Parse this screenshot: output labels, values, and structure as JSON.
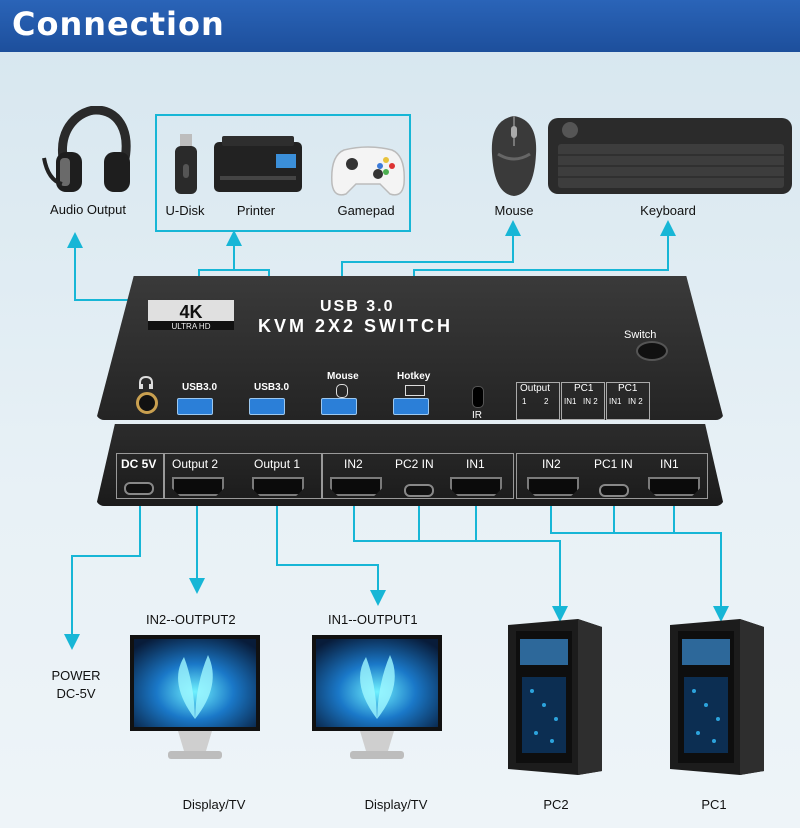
{
  "banner": {
    "title": "Connection"
  },
  "top_devices": {
    "audio_output": "Audio Output",
    "u_disk": "U-Disk",
    "printer": "Printer",
    "gamepad": "Gamepad",
    "mouse": "Mouse",
    "keyboard": "Keyboard"
  },
  "switch_top": {
    "badge_4k": "4K",
    "badge_ultrahd": "ULTRA HD",
    "usb_version": "USB 3.0",
    "model": "KVM 2X2 SWITCH",
    "switch_button_label": "Switch",
    "usb1_label": "USB3.0",
    "usb2_label": "USB3.0",
    "mouse_port_label": "Mouse",
    "hotkey_port_label": "Hotkey",
    "ir_label": "IR",
    "output_group": {
      "title": "Output",
      "led1": "1",
      "led2": "2"
    },
    "pc1_group_a": {
      "title": "PC1",
      "led1": "IN1",
      "led2": "IN 2"
    },
    "pc1_group_b": {
      "title": "PC1",
      "led1": "IN1",
      "led2": "IN 2"
    }
  },
  "switch_back": {
    "dc": "DC 5V",
    "output2": "Output 2",
    "output1": "Output 1",
    "pc2_in2": "IN2",
    "pc2_typec": "PC2 IN",
    "pc2_in1": "IN1",
    "pc1_in2": "IN2",
    "pc1_typec": "PC1 IN",
    "pc1_in1": "IN1"
  },
  "bottom": {
    "map_output2": "IN2--OUTPUT2",
    "map_output1": "IN1--OUTPUT1",
    "power_line1": "POWER",
    "power_line2": "DC-5V",
    "display1": "Display/TV",
    "display2": "Display/TV",
    "pc2": "PC2",
    "pc1": "PC1"
  },
  "colors": {
    "banner": "#1d4f9c",
    "connector_line": "#17b6d6",
    "device_body": "#2c2c2c"
  }
}
